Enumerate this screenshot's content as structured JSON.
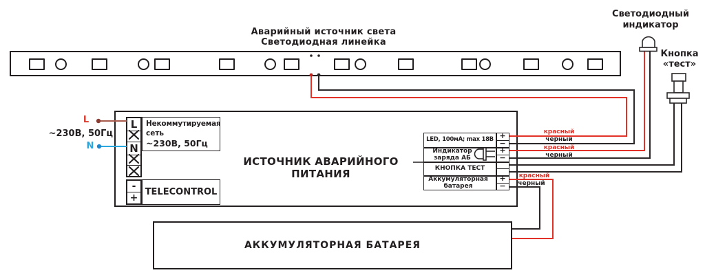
{
  "colors": {
    "wire_red": "#e23127",
    "wire_black": "#2b2728",
    "wire_brown": "#a85a4c",
    "wire_blue": "#29a8e0",
    "label_red": "#d93a2b",
    "label_blue": "#29a8e0",
    "ink": "#231f20"
  },
  "strip": {
    "title_line1": "Аварийный источник света",
    "title_line2": "Светодиодная линейка"
  },
  "indicator": {
    "line1": "Светодиодный",
    "line2": "индикатор"
  },
  "test_button": {
    "line1": "Кнопка",
    "line2": "«тест»"
  },
  "mains": {
    "l": "L",
    "n": "N",
    "voltage": "~230В, 50Гц"
  },
  "psu": {
    "title": "ИСТОЧНИК АВАРИЙНОГО ПИТАНИЯ",
    "left_block": {
      "l": "L",
      "n": "N",
      "minus": "-",
      "plus": "+",
      "net1": "Некоммутируемая",
      "net2": "сеть",
      "net3": "~230В, 50Гц",
      "telecontrol": "TELECONTROL"
    },
    "right_block": {
      "plus": "+",
      "minus": "−",
      "row1": "LED, 100мА; max 18В",
      "row2a": "Индикатор",
      "row2b": "заряда АБ",
      "row3": "КНОПКА ТЕСТ",
      "row4a": "Аккумуляторная",
      "row4b": "батарея"
    }
  },
  "battery": {
    "label": "АККУМУЛЯТОРНАЯ БАТАРЕЯ"
  },
  "wires": {
    "red": "красный",
    "black": "черный"
  }
}
